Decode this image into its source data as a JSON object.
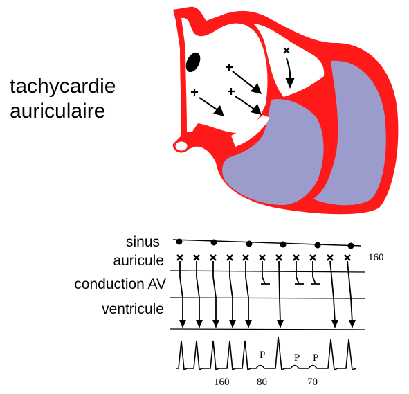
{
  "title": {
    "line1": "tachycardie",
    "line2": "auriculaire"
  },
  "rows": {
    "sinus": "sinus",
    "auricule": "auricule",
    "conduction": "conduction AV",
    "ventricule": "ventricule"
  },
  "numbers": {
    "auricle_rate": "160",
    "rate_a": "160",
    "rate_b": "80",
    "rate_c": "70"
  },
  "p_wave_label": "P",
  "colors": {
    "heart_wall": "#ff1a1a",
    "ventricle_fill": "#9b9bcc",
    "ink": "#000000"
  }
}
